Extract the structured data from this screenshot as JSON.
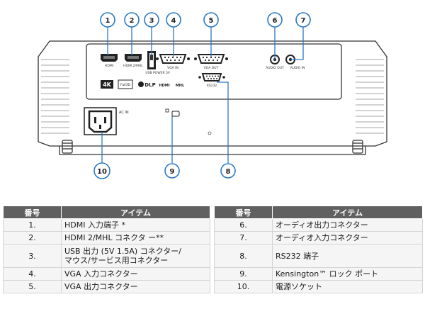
{
  "callouts": [
    "1",
    "2",
    "3",
    "4",
    "5",
    "6",
    "7",
    "8",
    "9",
    "10"
  ],
  "panel_labels": {
    "hdmi": "HDMI",
    "hdmi_mhl": "HDMI 2/MHL",
    "usb": "USB",
    "power_out": "POWER 5V",
    "vga_in": "VGA IN",
    "vga_out": "VGA OUT",
    "rs232": "RS232",
    "audio_out": "AUDIO OUT",
    "audio_in": "AUDIO IN",
    "ac_in": "AC IN",
    "logo_4k": "4K",
    "logo_full3d": "Full3D",
    "logo_dlp": "DLP",
    "logo_hdmi": "HDMI",
    "logo_mhl": "MHL"
  },
  "table": {
    "headers": {
      "number": "番号",
      "item": "アイテム"
    },
    "left_rows": [
      {
        "num": "1.",
        "item": "HDMI 入力端子 *"
      },
      {
        "num": "2.",
        "item": "HDMI 2/MHL コネクタ ー**"
      },
      {
        "num": "3.",
        "item": "USB 出力 (5V 1.5A) コネクター/",
        "item2": "マウス/サービス用コネクター"
      },
      {
        "num": "4.",
        "item": "VGA 入力コネクター"
      },
      {
        "num": "5.",
        "item": "VGA 出力コネクター"
      }
    ],
    "right_rows": [
      {
        "num": "6.",
        "item": "オーディオ出力コネクター"
      },
      {
        "num": "7.",
        "item": "オーディオ入力コネクター"
      },
      {
        "num": "8.",
        "item": "RS232 端子"
      },
      {
        "num": "9.",
        "item": "Kensington™ ロック ポート"
      },
      {
        "num": "10.",
        "item": "電源ソケット"
      }
    ]
  }
}
